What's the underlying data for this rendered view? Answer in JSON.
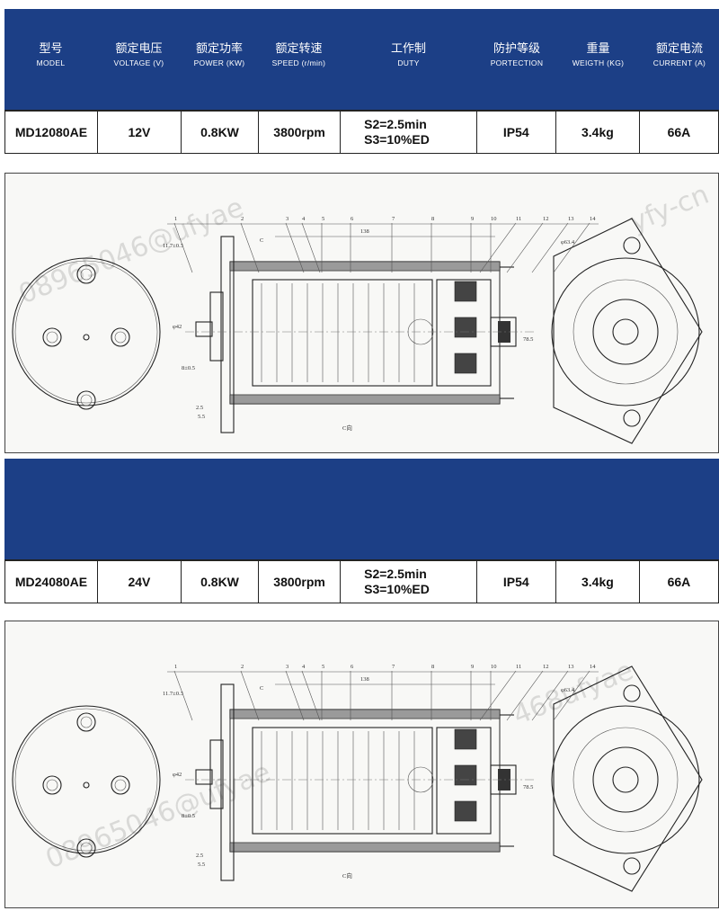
{
  "headers": [
    {
      "cn": "型号",
      "en": "MODEL"
    },
    {
      "cn": "额定电压",
      "en": "VOLTAGE (V)"
    },
    {
      "cn": "额定功率",
      "en": "POWER (KW)"
    },
    {
      "cn": "额定转速",
      "en": "SPEED (r/min)"
    },
    {
      "cn": "工作制",
      "en": "DUTY"
    },
    {
      "cn": "防护等级",
      "en": "PORTECTION"
    },
    {
      "cn": "重量",
      "en": "WEIGTH (KG)"
    },
    {
      "cn": "额定电流",
      "en": "CURRENT (A)"
    }
  ],
  "products": [
    {
      "model": "MD12080AE",
      "voltage": "12V",
      "power": "0.8KW",
      "speed": "3800rpm",
      "duty_1": "S2=2.5min",
      "duty_2": "S3=10%ED",
      "protection": "IP54",
      "weight": "3.4kg",
      "current": "66A"
    },
    {
      "model": "MD24080AE",
      "voltage": "24V",
      "power": "0.8KW",
      "speed": "3800rpm",
      "duty_1": "S2=2.5min",
      "duty_2": "S3=10%ED",
      "protection": "IP54",
      "weight": "3.4kg",
      "current": "66A"
    }
  ],
  "drawing": {
    "callouts": [
      "1",
      "2",
      "3",
      "4",
      "5",
      "6",
      "7",
      "8",
      "9",
      "10",
      "11",
      "12",
      "13",
      "14"
    ],
    "dim_length": "138",
    "dim_flange": "11.7±0.3",
    "dim_shaft": "8±0.5",
    "dim_step1": "2.5",
    "dim_step2": "5.5",
    "dim_height": "78.5",
    "dim_flange_dia": "φ63.4",
    "dim_body_dia": "φ42",
    "section_label": "C向",
    "section_mark": "C"
  },
  "watermarks": [
    "08965046@ufyae",
    "yfy-cn",
    "468ufyae"
  ]
}
